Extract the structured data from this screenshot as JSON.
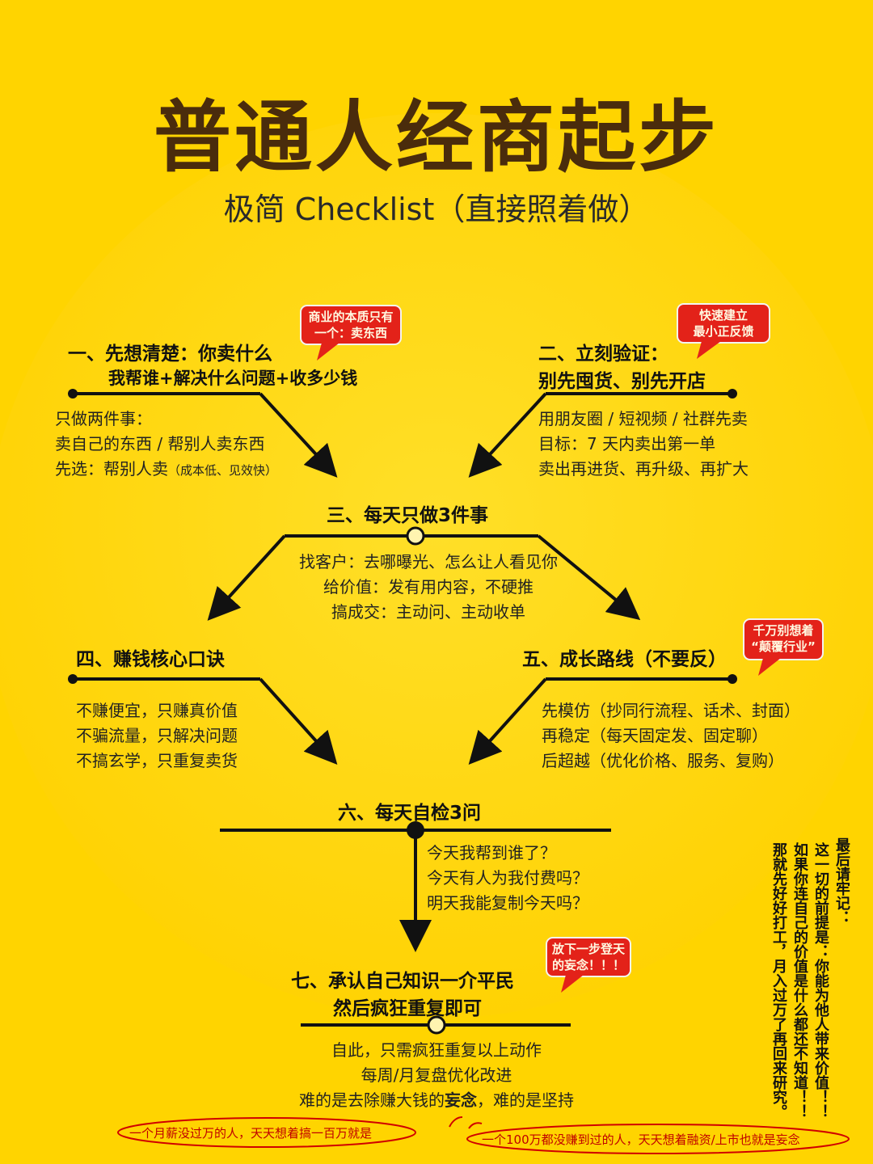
{
  "title": "普通人经商起步",
  "subtitle": "极简 Checklist（直接照着做）",
  "colors": {
    "background": "#FFD400",
    "title": "#4A2C0C",
    "bubble": "#E32219",
    "note_red": "#D00000"
  },
  "step1": {
    "heading": "一、先想清楚：你卖什么",
    "subheading": "我帮谁+解决什么问题+收多少钱",
    "bubble": [
      "商业的本质只有",
      "一个：卖东西"
    ],
    "lines": [
      "只做两件事：",
      "卖自己的东西 / 帮别人卖东西"
    ],
    "line3_main": "先选：帮别人卖",
    "line3_note": "（成本低、见效快）"
  },
  "step2": {
    "heading": "二、立刻验证：",
    "subheading": "别先囤货、别先开店",
    "bubble": [
      "快速建立",
      "最小正反馈"
    ],
    "lines": [
      "用朋友圈 / 短视频 / 社群先卖",
      "目标：7 天内卖出第一单",
      "卖出再进货、再升级、再扩大"
    ]
  },
  "step3": {
    "heading": "三、每天只做3件事",
    "lines": [
      "找客户：去哪曝光、怎么让人看见你",
      "给价值：发有用内容，不硬推",
      "搞成交：主动问、主动收单"
    ]
  },
  "step4": {
    "heading": "四、赚钱核心口诀",
    "lines": [
      "不赚便宜，只赚真价值",
      "不骗流量，只解决问题",
      "不搞玄学，只重复卖货"
    ]
  },
  "step5": {
    "heading": "五、成长路线（不要反）",
    "bubble": [
      "千万别想着",
      "“颠覆行业”"
    ],
    "lines": [
      "先模仿（抄同行流程、话术、封面）",
      "再稳定（每天固定发、固定聊）",
      "后超越（优化价格、服务、复购）"
    ]
  },
  "step6": {
    "heading": "六、每天自检3问",
    "lines": [
      "今天我帮到谁了？",
      "今天有人为我付费吗？",
      "明天我能复制今天吗？"
    ]
  },
  "step7": {
    "heading1": "七、承认自己知识一介平民",
    "heading2": "然后疯狂重复即可",
    "bubble": [
      "放下一步登天",
      "的妄念！！！"
    ],
    "lines": [
      "自此，只需疯狂重复以上动作",
      "每周/月复盘优化改进"
    ],
    "last_prefix": "难的是去除赚大钱的",
    "last_bold": "妄念",
    "last_suffix": "，难的是坚持"
  },
  "notes": {
    "left": "一个月薪没过万的人，天天想着搞一百万就是",
    "right": "一个100万都没赚到过的人，天天想着融资/上市也就是妄念"
  },
  "side": {
    "col1": "最后请牢记：",
    "col2": "这一切的前提是：你能为他人带来价值！！",
    "col3": "如果你连自己的价值是什么都还不知道！！",
    "col4": "那就先好好打工，月入过万了再回来研究。"
  }
}
